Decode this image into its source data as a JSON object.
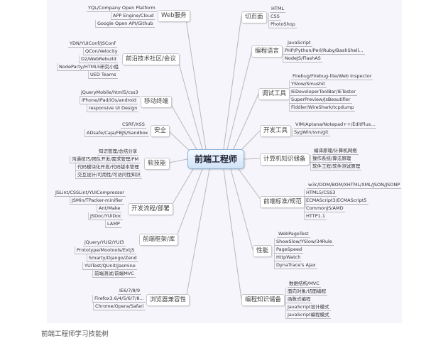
{
  "center": {
    "label": "前端工程师"
  },
  "caption": "前端工程师学习技能树",
  "colors": {
    "background": "#f5f5fb",
    "center_fill": "#cfe3f8",
    "center_border": "#8fb3d8",
    "line": "#b8b8be"
  },
  "left_branches": [
    {
      "label": "Web服务",
      "leaves": [
        "YQL/Company Open Platform",
        "APP Engine/Cloud",
        "Google Open API/Github"
      ]
    },
    {
      "label": "前沿技术社区/会议",
      "leaves": [
        "YDN/YUIConf/JSConf",
        "QCon/Velocity",
        "D2/WebRebuild",
        "NodeParty/HTML5研究小组",
        "UED Teams"
      ]
    },
    {
      "label": "移动终端",
      "leaves": [
        "jQueryMobile/html5/css3",
        "iPhone/iPad/iOs/android",
        "responsive UI Design"
      ]
    },
    {
      "label": "安全",
      "leaves": [
        "CSRF/XSS",
        "ADsafe/Caja/FBJS/Sandbox"
      ]
    },
    {
      "label": "软技能",
      "leaves": [
        "知识管理/总结分享",
        "沟通技巧/团队开发/需求管理/PM",
        "代码模块化开发/代码版本管理",
        "交互设计/可用性/可访问性知识"
      ]
    },
    {
      "label": "开发流程/部署",
      "leaves": [
        "JSLint/CSSLint/YUICompressor",
        "JSMin/TPacker-minifier",
        "Ant/Make",
        "JSDoc/YUIDoc",
        "LAMP"
      ]
    },
    {
      "label": "前端框架/库",
      "leaves": [
        "jQuery/YUI2/YUI3",
        "Prototype/Mootools/ExtJS",
        "Smarty/Django/Zend",
        "YUITest/QUnit/Jasmine",
        "前端测试/前端MVC"
      ]
    },
    {
      "label": "浏览器兼容性",
      "leaves": [
        "IE6/7/8/9",
        "Firefox3.6/4/5/6/7/8...",
        "Chrome/Opera/Safari"
      ]
    }
  ],
  "right_branches": [
    {
      "label": "切页面",
      "leaves": [
        "HTML",
        "CSS",
        "PhotoShop"
      ]
    },
    {
      "label": "编程语言",
      "leaves": [
        "JavaScript",
        "PHP/Python/Perl/Ruby/BashShell...",
        "NodeJS/FlashAS"
      ]
    },
    {
      "label": "调试工具",
      "leaves": [
        "Firebug/Firebug-lite/Web Inspector",
        "YSlow/Smushit",
        "IEDeveloperToolBar/IETester",
        "SuperPreview/JsBeautifier",
        "Fiddler/WireShark/tcpdump"
      ]
    },
    {
      "label": "开发工具",
      "leaves": [
        "VIM/Aptana/Notepad++/EditPlus...",
        "SygWin/svn/git"
      ]
    },
    {
      "label": "计算机知识储备",
      "leaves": [
        "编译原理/计算机网络",
        "操作系统/算法原理",
        "软件工程/软件测试原理"
      ]
    },
    {
      "label": "前端标准/规范",
      "leaves": [
        "w3c/DOM/BOM/XHTML/XML/JSON/JSONP",
        "HTML5/CSS3",
        "ECMAScript3/ECMAScript5",
        "CommonJS/AMD",
        "HTTP1.1"
      ]
    },
    {
      "label": "性能",
      "leaves": [
        "WebPageTest",
        "ShowSlow/YSlow/34Rule",
        "PageSpeed",
        "HttpWatch",
        "DynaTrace's Ajax"
      ]
    },
    {
      "label": "编程知识储备",
      "leaves": [
        "数据结构/MVC",
        "面向对象/切面编程",
        "函数式编程",
        "JavaScript设计模式",
        "JavaScript编程模式"
      ]
    }
  ]
}
